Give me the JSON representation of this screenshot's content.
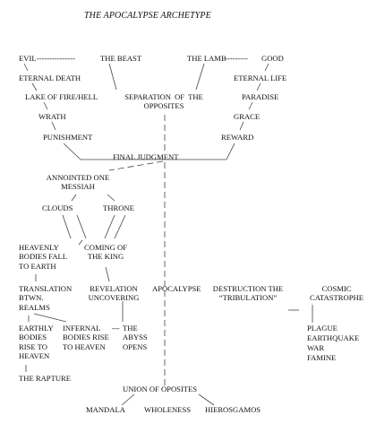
{
  "title": "THE APOCALYPSE ARCHETYPE",
  "left": {
    "evil": "EVIL",
    "evil_connector": "---------------",
    "beast": "THE BEAST",
    "eternal_death": "ETERNAL DEATH",
    "lake_of_fire": "LAKE OF FIRE/HELL",
    "wrath": "WRATH",
    "punishment": "PUNISHMENT"
  },
  "center": {
    "separation": "SEPARATION OF THE OPPOSITES",
    "final_judgment": "FINAL JUDGMENT",
    "anointed": "ANNOINTED ONE MESSIAH",
    "clouds": "CLOUDS",
    "throne": "THRONE",
    "heavenly_bodies": "HEAVENLY BODIES FALL TO EARTH",
    "coming_king": "COMING OF THE KING"
  },
  "right": {
    "lamb": "THE LAMB",
    "lamb_connector": "---------",
    "good": "GOOD",
    "eternal_life": "ETERNAL LIFE",
    "paradise": "PARADISE",
    "grace": "GRACE",
    "reward": "REWARD"
  },
  "row": {
    "translation": "TRANSLATION BTWN. REALMS",
    "revelation": "REVELATION UNCOVERING",
    "apocalypse": "APOCALYPSE",
    "destruction": "DESTRUCTION THE “TRIBULATION”",
    "cosmic": "COSMIC CATASTROPHE"
  },
  "lower": {
    "earthly": "EARTHLY BODIES RISE TO HEAVEN",
    "infernal": "INFERNAL BODIES RISE TO HEAVEN",
    "abyss_dashes": "---",
    "abyss": "THE ABYSS OPENS",
    "plague": "PLAGUE",
    "earthquake": "EARTHQUAKE",
    "war": "WAR",
    "famine": "FAMINE",
    "rapture": "THE RAPTURE"
  },
  "bottom": {
    "union": "UNION OF OPOSITES",
    "mandala": "MANDALA",
    "wholeness": "WHOLENESS",
    "hierosgamos": "HIEROSGAMOS"
  }
}
